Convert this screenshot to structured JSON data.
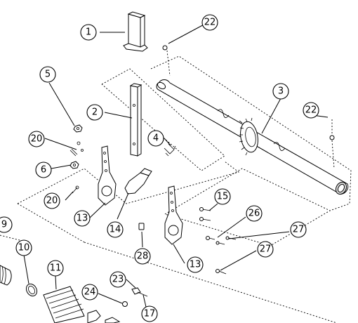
{
  "diagram": {
    "callouts": [
      {
        "id": "1",
        "label": "1"
      },
      {
        "id": "2",
        "label": "2"
      },
      {
        "id": "3",
        "label": "3"
      },
      {
        "id": "4",
        "label": "4"
      },
      {
        "id": "5",
        "label": "5"
      },
      {
        "id": "6",
        "label": "6"
      },
      {
        "id": "9",
        "label": "9"
      },
      {
        "id": "10",
        "label": "10"
      },
      {
        "id": "11",
        "label": "11"
      },
      {
        "id": "13a",
        "label": "13"
      },
      {
        "id": "13b",
        "label": "13"
      },
      {
        "id": "14",
        "label": "14"
      },
      {
        "id": "15",
        "label": "15"
      },
      {
        "id": "17",
        "label": "17"
      },
      {
        "id": "20a",
        "label": "20"
      },
      {
        "id": "20b",
        "label": "20"
      },
      {
        "id": "22a",
        "label": "22"
      },
      {
        "id": "22b",
        "label": "22"
      },
      {
        "id": "23",
        "label": "23"
      },
      {
        "id": "24",
        "label": "24"
      },
      {
        "id": "26",
        "label": "26"
      },
      {
        "id": "27a",
        "label": "27"
      },
      {
        "id": "27b",
        "label": "27"
      },
      {
        "id": "28",
        "label": "28"
      }
    ]
  }
}
